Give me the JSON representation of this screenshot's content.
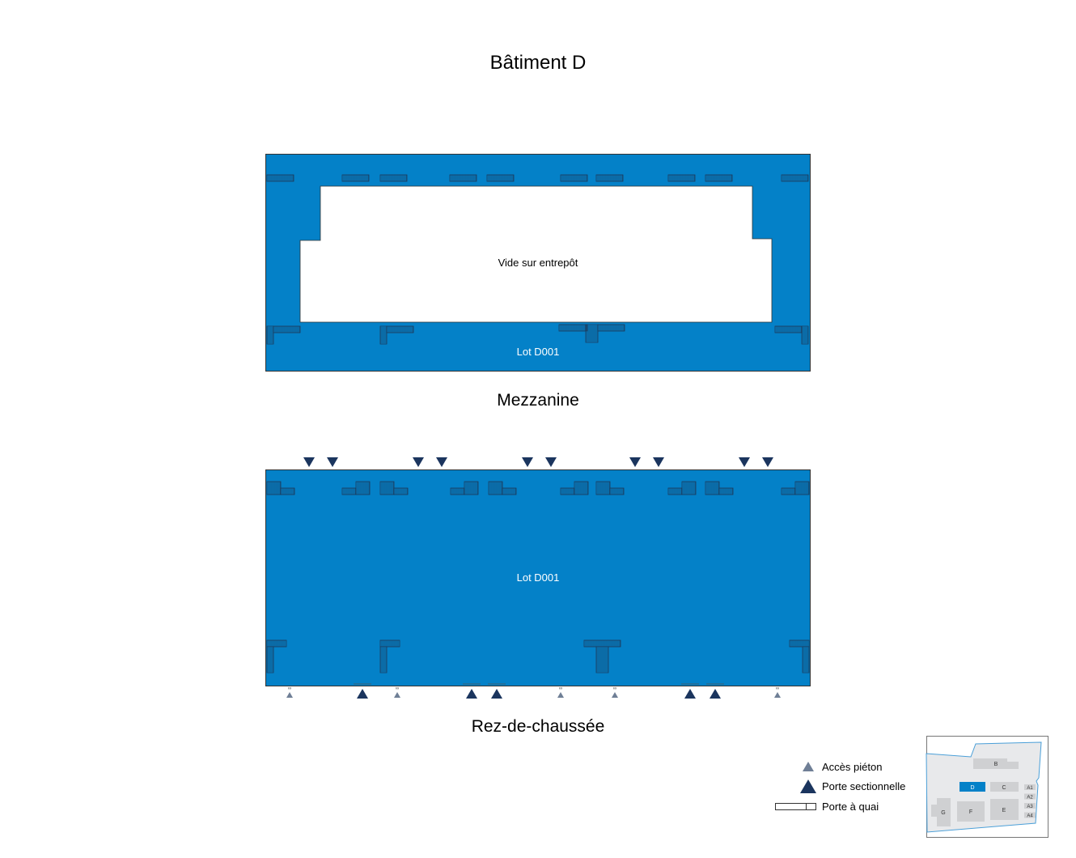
{
  "title": "Bâtiment D",
  "mezzanine": {
    "label": "Mezzanine",
    "void_label": "Vide sur entrepôt",
    "lot_label": "Lot D001"
  },
  "ground_floor": {
    "label": "Rez-de-chaussée",
    "lot_label": "Lot D001"
  },
  "legend": {
    "pedestrian": "Accès piéton",
    "sectional_door": "Porte sectionnelle",
    "dock_door": "Porte à quai"
  },
  "site_map": {
    "buildings": [
      "B",
      "C",
      "D",
      "E",
      "F",
      "G"
    ],
    "bays": [
      "A1",
      "A2",
      "A3",
      "A4"
    ],
    "highlighted": "D"
  },
  "colors": {
    "floor": "#0481c8",
    "door": "#1b355e",
    "pedestrian": "#6f7f96",
    "site_bg": "#e8e9eb",
    "site_building": "#cfd0d2"
  }
}
